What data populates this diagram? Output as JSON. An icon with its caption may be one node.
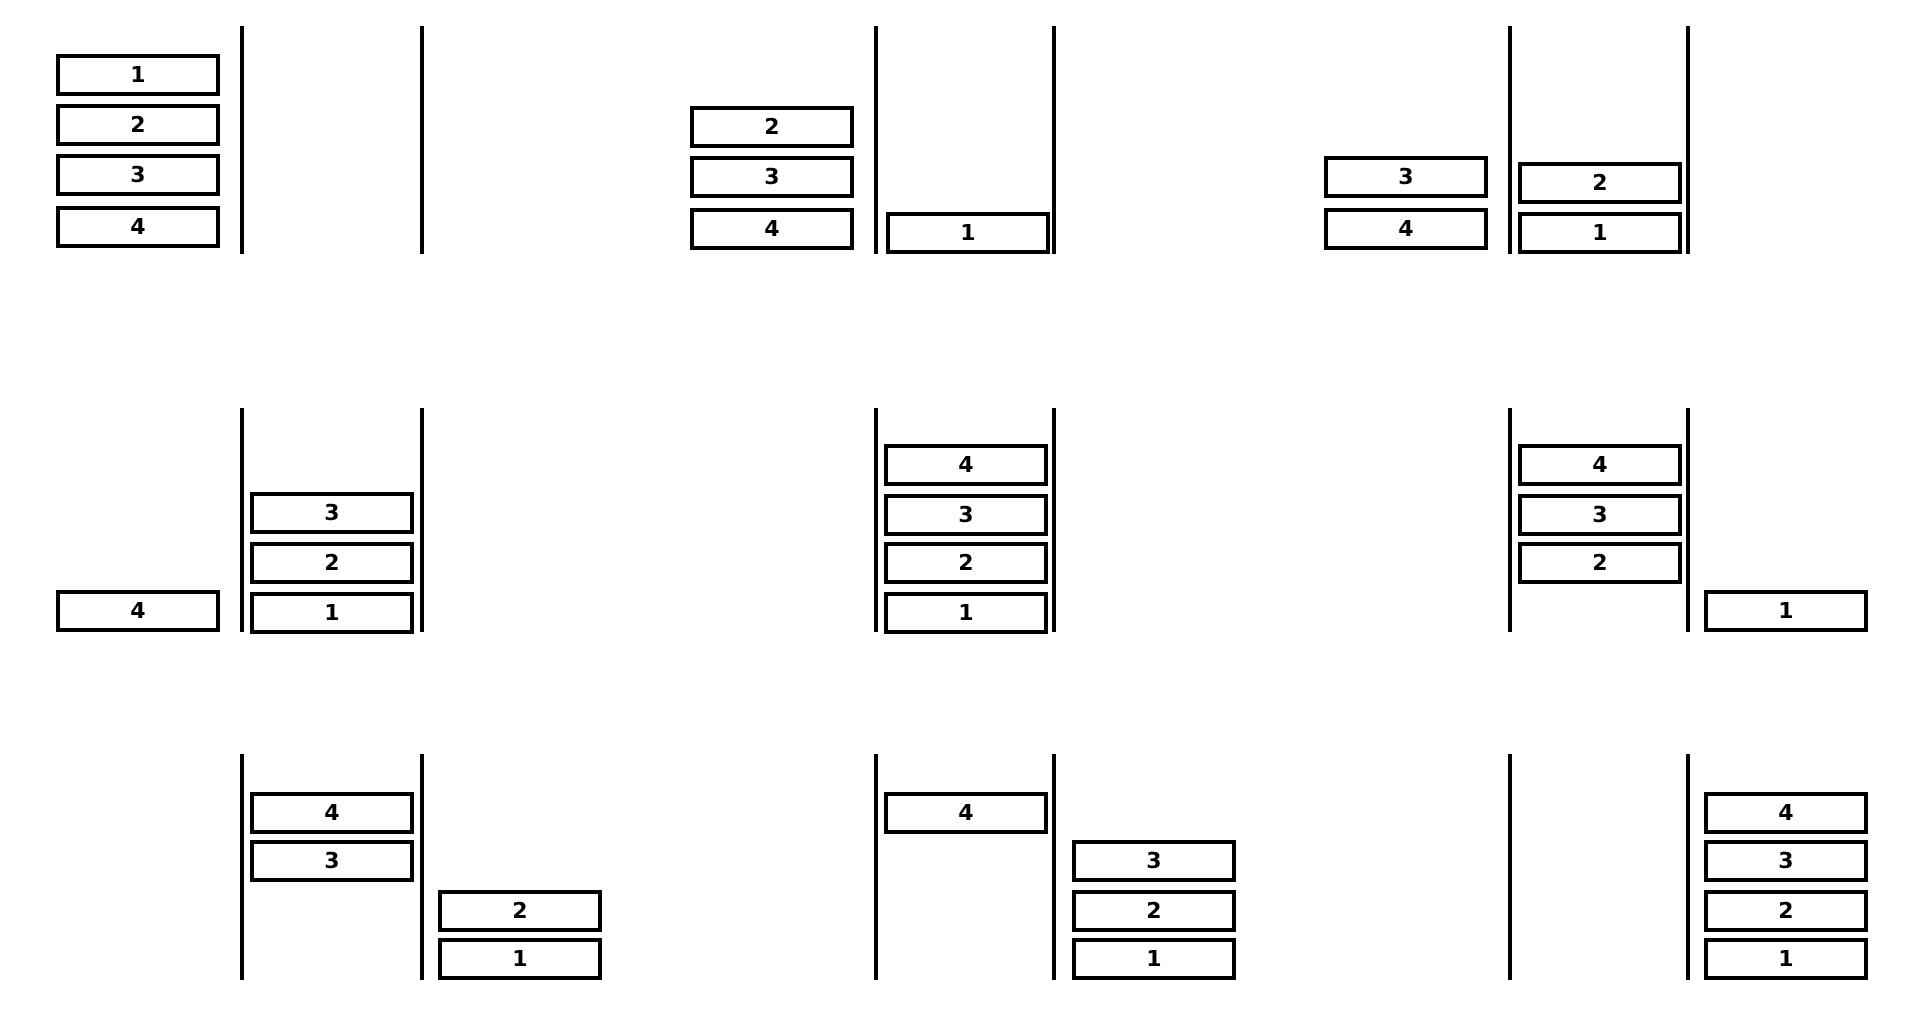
{
  "diagram": {
    "nodes": [
      {
        "text": [
          "1"
        ]
      },
      {
        "text": [
          "2"
        ]
      },
      {
        "text": [
          "3"
        ]
      },
      {
        "text": [
          "4"
        ]
      },
      {
        "text": [
          "2"
        ]
      },
      {
        "text": [
          "3"
        ]
      },
      {
        "text": [
          "4"
        ]
      },
      {
        "text": [
          "1"
        ]
      },
      {
        "text": [
          "3"
        ]
      },
      {
        "text": [
          "4"
        ]
      },
      {
        "text": [
          "2"
        ]
      },
      {
        "text": [
          "1"
        ]
      },
      {
        "text": [
          "3"
        ]
      },
      {
        "text": [
          "2"
        ]
      },
      {
        "text": [
          "4"
        ]
      },
      {
        "text": [
          "1"
        ]
      },
      {
        "text": [
          "4"
        ]
      },
      {
        "text": [
          "3"
        ]
      },
      {
        "text": [
          "2"
        ]
      },
      {
        "text": [
          "1"
        ]
      },
      {
        "text": [
          "4"
        ]
      },
      {
        "text": [
          "3"
        ]
      },
      {
        "text": [
          "2"
        ]
      },
      {
        "text": [
          "1"
        ]
      },
      {
        "text": [
          "4"
        ]
      },
      {
        "text": [
          "3"
        ]
      },
      {
        "text": [
          "2"
        ]
      },
      {
        "text": [
          "1"
        ]
      },
      {
        "text": [
          "4"
        ]
      },
      {
        "text": [
          "3"
        ]
      },
      {
        "text": [
          "2"
        ]
      },
      {
        "text": [
          "1"
        ]
      },
      {
        "text": [
          "4"
        ]
      },
      {
        "text": [
          "3"
        ]
      },
      {
        "text": [
          "2"
        ]
      },
      {
        "text": [
          "1"
        ]
      }
    ]
  }
}
